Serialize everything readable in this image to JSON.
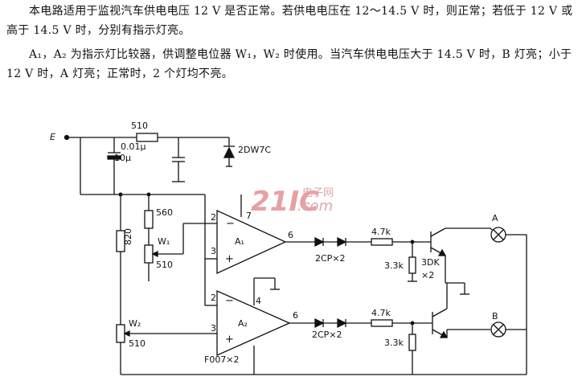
{
  "text": {
    "paragraph1": "本电路适用于监视汽车供电电压 12 V 是否正常。若供电电压在 12～14.5 V 时，则正常；若低于 12 V 或高于 14.5 V 时，分别有指示灯亮。",
    "paragraph2": "A₁，A₂ 为指示灯比较器，供调整电位器 W₁，W₂ 时使用。当汽车供电电压大于 14.5 V 时，B 灯亮；小于 12 V 时，A 灯亮；正常时，2 个灯均不亮。"
  },
  "watermark": {
    "logo": "21IC",
    "cn": "电子网",
    "url": ".com"
  },
  "diagram": {
    "input": "E",
    "r_series": "510",
    "c1": "0.01μ",
    "c2": "10μ",
    "zener": "2DW7C",
    "r560": "560",
    "r820": "820",
    "w1": "W₁",
    "w1_val": "510",
    "w2": "W₂",
    "w2_val": "510",
    "a1": "A₁",
    "a2": "A₂",
    "pin2": "2",
    "pin3": "3",
    "pin4": "4",
    "pin6": "6",
    "pin7": "7",
    "opamp_part": "F007×2",
    "diodes": "2CP×2",
    "r47": "4.7k",
    "r33": "3.3k",
    "transistor": "3DK",
    "transistor_qty": "×2",
    "lamp_a": "A",
    "lamp_b": "B"
  }
}
